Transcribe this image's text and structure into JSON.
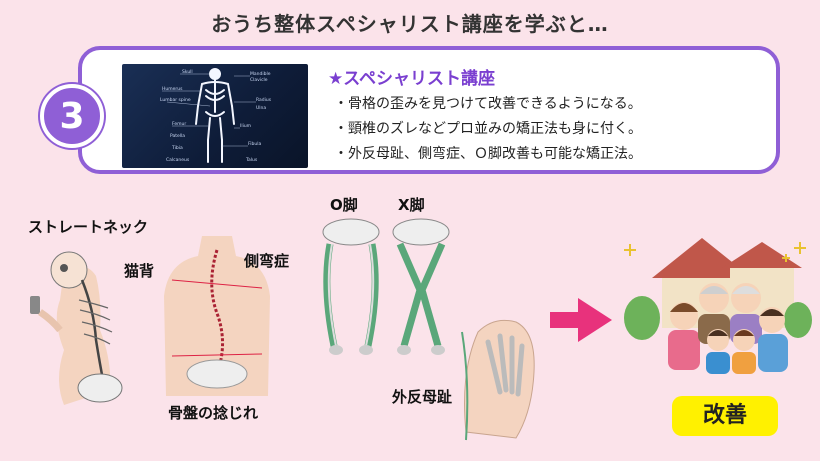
{
  "title": "おうち整体スペシャリスト講座を学ぶと…",
  "badge_number": "3",
  "card": {
    "heading": "★スペシャリスト講座",
    "bullets": [
      "・骨格の歪みを見つけて改善できるようになる。",
      "・頸椎のズレなどプロ並みの矯正法も身に付く。",
      "・外反母趾、側弯症、Ｏ脚改善も可能な矯正法。"
    ],
    "photo_labels": [
      "Skull",
      "Mandible",
      "Clavicle",
      "Humerus",
      "Lumbar spine",
      "Radius",
      "Ulna",
      "Femur",
      "Patella",
      "Ilium",
      "Tibia",
      "Fibula",
      "Calcaneus",
      "Talus"
    ]
  },
  "labels": {
    "straight_neck": "ストレートネック",
    "hunchback": "猫背",
    "scoliosis": "側弯症",
    "o_legs": "O脚",
    "x_legs": "X脚",
    "pelvis_twist": "骨盤の捻じれ",
    "hallux_valgus": "外反母趾",
    "result": "改善"
  },
  "colors": {
    "background": "#fbe3ea",
    "accent_purple": "#8f5fd6",
    "arrow_pink": "#e8327c",
    "result_yellow": "#fff100"
  }
}
